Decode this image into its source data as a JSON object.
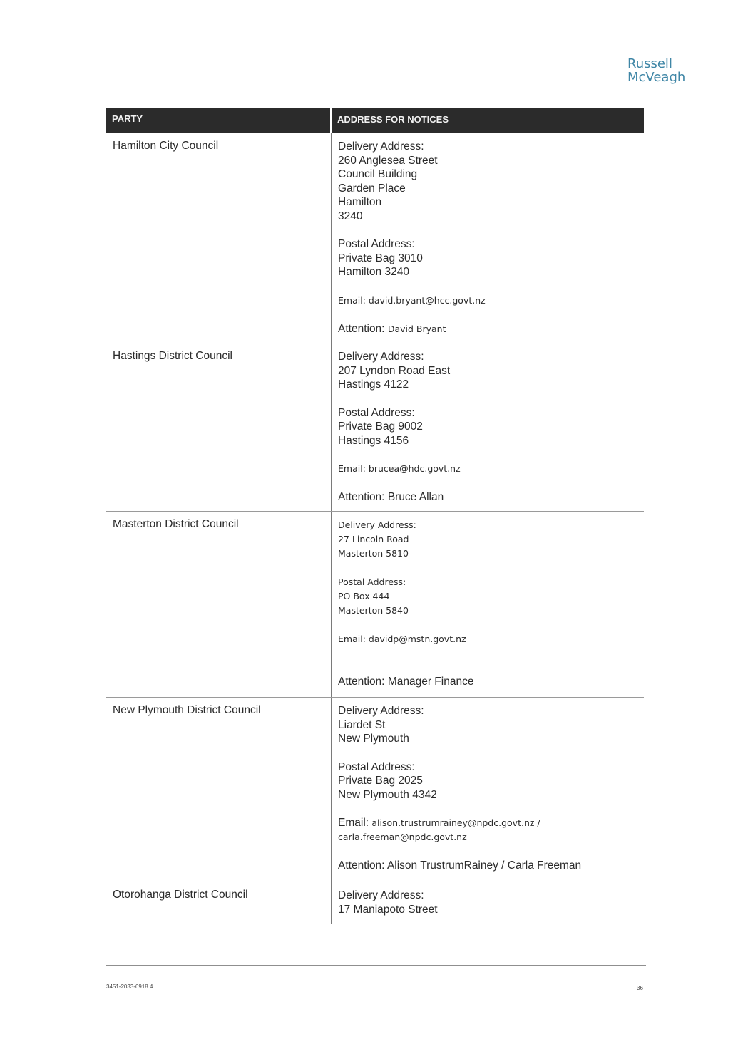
{
  "logo": {
    "line1": "Russell",
    "line2": "McVeagh"
  },
  "table": {
    "headers": {
      "party": "PARTY",
      "address": "ADDRESS FOR NOTICES"
    },
    "rows": [
      {
        "party": "Hamilton City Council",
        "delivery_label": "Delivery Address:",
        "delivery": [
          "260 Anglesea Street",
          "Council Building",
          "Garden Place",
          "Hamilton",
          "3240"
        ],
        "postal_label": "Postal Address:",
        "postal": [
          "Private Bag 3010",
          "Hamilton 3240"
        ],
        "email_label": "Email:",
        "email": "david.bryant@hcc.govt.nz",
        "attention_label": "Attention:",
        "attention": "David Bryant"
      },
      {
        "party": "Hastings District Council",
        "delivery_label": "Delivery Address:",
        "delivery": [
          "207 Lyndon Road East",
          "Hastings 4122"
        ],
        "postal_label": "Postal Address:",
        "postal": [
          "Private Bag 9002",
          "Hastings 4156"
        ],
        "email_label": "Email:",
        "email": "brucea@hdc.govt.nz",
        "attention_label": "Attention:",
        "attention": "Bruce Allan"
      },
      {
        "party": "Masterton District Council",
        "delivery_label": "Delivery Address:",
        "delivery": [
          "27 Lincoln Road",
          "Masterton 5810"
        ],
        "postal_label": "Postal Address:",
        "postal": [
          "PO Box 444",
          "Masterton 5840"
        ],
        "email_label": "Email:",
        "email": "davidp@mstn.govt.nz",
        "attention_label": "Attention:",
        "attention": "Manager Finance"
      },
      {
        "party": "New Plymouth District Council",
        "delivery_label": "Delivery Address:",
        "delivery": [
          "Liardet St",
          "New Plymouth"
        ],
        "postal_label": "Postal Address:",
        "postal": [
          "Private Bag 2025",
          "New Plymouth 4342"
        ],
        "email_label": "Email:",
        "email": "alison.trustrumrainey@npdc.govt.nz /",
        "email2": "carla.freeman@npdc.govt.nz",
        "attention_label": "Attention:",
        "attention": "Alison TrustrumRainey / Carla Freeman"
      },
      {
        "party": "Ōtorohanga District Council",
        "delivery_label": "Delivery Address:",
        "delivery": [
          "17 Maniapoto Street"
        ]
      }
    ]
  },
  "footer": {
    "ref": "3451-2033-6918 4",
    "page": "36"
  }
}
